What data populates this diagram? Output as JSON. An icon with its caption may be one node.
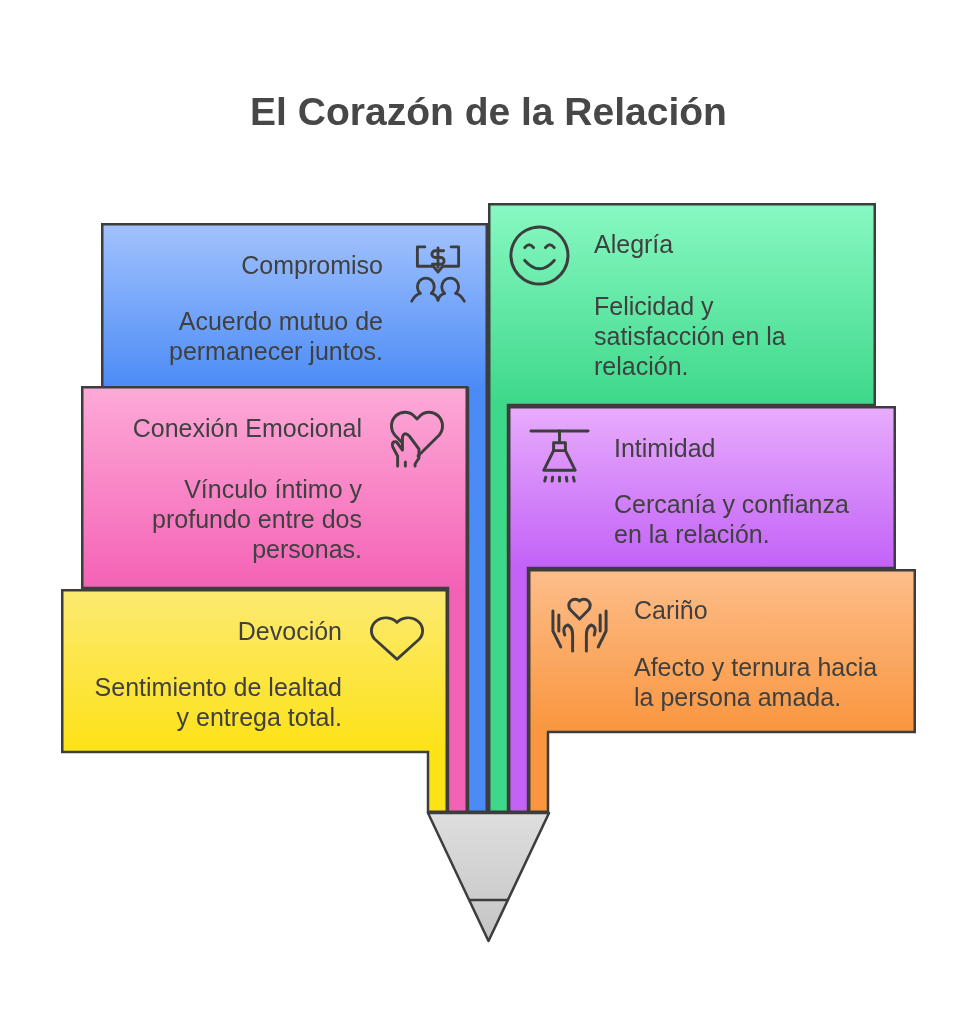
{
  "diagram": {
    "title": "El Corazón de la Relación",
    "nodes": [
      {
        "text": [
          "Compromiso",
          "Acuerdo mutuo de permanecer juntos."
        ]
      },
      {
        "text": [
          "Alegría",
          "Felicidad y satisfacción en la relación."
        ]
      },
      {
        "text": [
          "Conexión Emocional",
          "Vínculo íntimo y profundo entre dos personas."
        ]
      },
      {
        "text": [
          "Intimidad",
          "Cercanía y confianza en la relación."
        ]
      },
      {
        "text": [
          "Devoción",
          "Sentimiento de lealtad y entrega total."
        ]
      },
      {
        "text": [
          "Cariño",
          "Afecto y ternura hacia la persona amada."
        ]
      }
    ]
  }
}
